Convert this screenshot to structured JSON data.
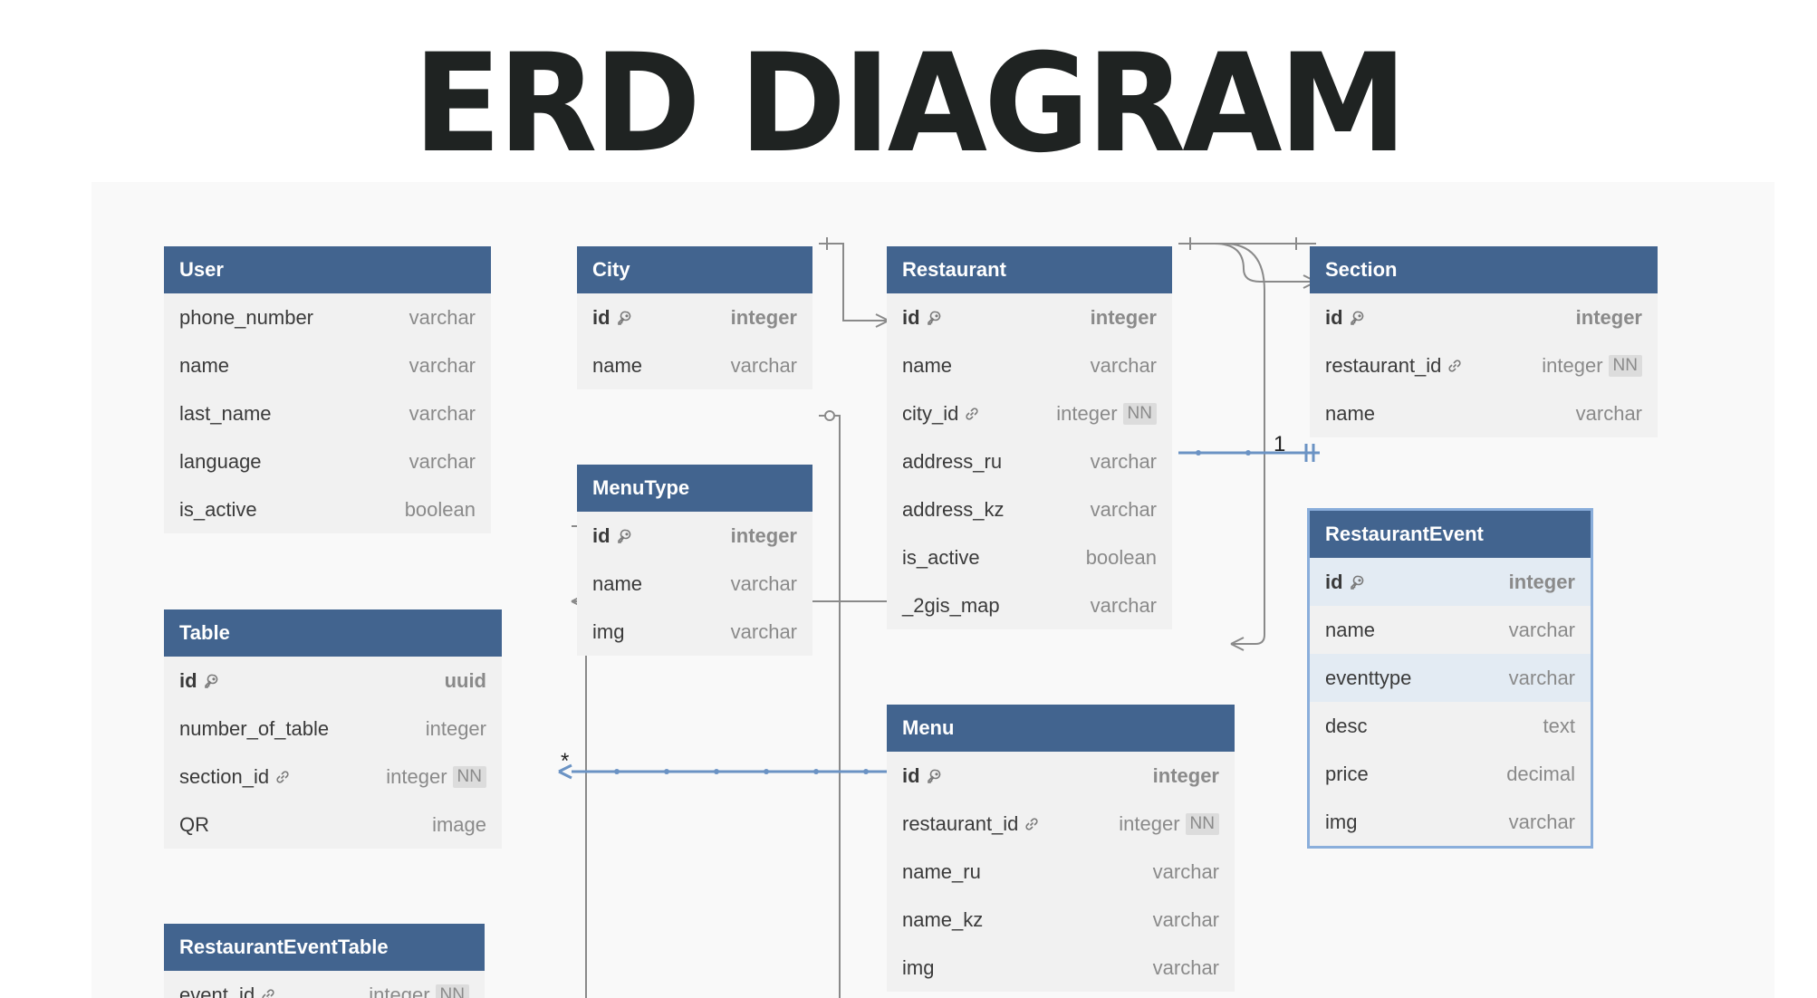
{
  "title": "ERD DIAGRAM",
  "tables": {
    "user": {
      "name": "User",
      "fields": [
        {
          "name": "phone_number",
          "type": "varchar"
        },
        {
          "name": "name",
          "type": "varchar"
        },
        {
          "name": "last_name",
          "type": "varchar"
        },
        {
          "name": "language",
          "type": "varchar"
        },
        {
          "name": "is_active",
          "type": "boolean"
        }
      ]
    },
    "city": {
      "name": "City",
      "fields": [
        {
          "name": "id",
          "type": "integer",
          "icon": "key-icon"
        },
        {
          "name": "name",
          "type": "varchar"
        }
      ]
    },
    "restaurant": {
      "name": "Restaurant",
      "fields": [
        {
          "name": "id",
          "type": "integer",
          "icon": "key-icon"
        },
        {
          "name": "name",
          "type": "varchar"
        },
        {
          "name": "city_id",
          "type": "integer",
          "nn": "NN",
          "icon": "link-icon"
        },
        {
          "name": "address_ru",
          "type": "varchar"
        },
        {
          "name": "address_kz",
          "type": "varchar"
        },
        {
          "name": "is_active",
          "type": "boolean"
        },
        {
          "name": "_2gis_map",
          "type": "varchar"
        }
      ]
    },
    "section": {
      "name": "Section",
      "fields": [
        {
          "name": "id",
          "type": "integer",
          "icon": "key-icon"
        },
        {
          "name": "restaurant_id",
          "type": "integer",
          "nn": "NN",
          "icon": "link-icon"
        },
        {
          "name": "name",
          "type": "varchar"
        }
      ]
    },
    "menutype": {
      "name": "MenuType",
      "fields": [
        {
          "name": "id",
          "type": "integer",
          "icon": "key-icon"
        },
        {
          "name": "name",
          "type": "varchar"
        },
        {
          "name": "img",
          "type": "varchar"
        }
      ]
    },
    "restaurantevent": {
      "name": "RestaurantEvent",
      "fields": [
        {
          "name": "id",
          "type": "integer",
          "icon": "key-icon"
        },
        {
          "name": "name",
          "type": "varchar"
        },
        {
          "name": "eventtype",
          "type": "varchar"
        },
        {
          "name": "desc",
          "type": "text"
        },
        {
          "name": "price",
          "type": "decimal"
        },
        {
          "name": "img",
          "type": "varchar"
        }
      ]
    },
    "table": {
      "name": "Table",
      "fields": [
        {
          "name": "id",
          "type": "uuid",
          "icon": "key-icon"
        },
        {
          "name": "number_of_table",
          "type": "integer"
        },
        {
          "name": "section_id",
          "type": "integer",
          "nn": "NN",
          "icon": "link-icon"
        },
        {
          "name": "QR",
          "type": "image"
        }
      ]
    },
    "menu": {
      "name": "Menu",
      "fields": [
        {
          "name": "id",
          "type": "integer",
          "icon": "key-icon"
        },
        {
          "name": "restaurant_id",
          "type": "integer",
          "nn": "NN",
          "icon": "link-icon"
        },
        {
          "name": "name_ru",
          "type": "varchar"
        },
        {
          "name": "name_kz",
          "type": "varchar"
        },
        {
          "name": "img",
          "type": "varchar"
        }
      ]
    },
    "restauranteventtable": {
      "name": "RestaurantEventTable",
      "fields": [
        {
          "name": "event_id",
          "type": "integer",
          "nn": "NN",
          "icon": "link-icon"
        }
      ]
    }
  },
  "edge_labels": {
    "one": "1",
    "many": "*"
  },
  "colors": {
    "header": "#42648f",
    "edge": "#8a8a8a",
    "edge_selected": "#6b93c4",
    "selected_outline": "#8aaedb"
  }
}
